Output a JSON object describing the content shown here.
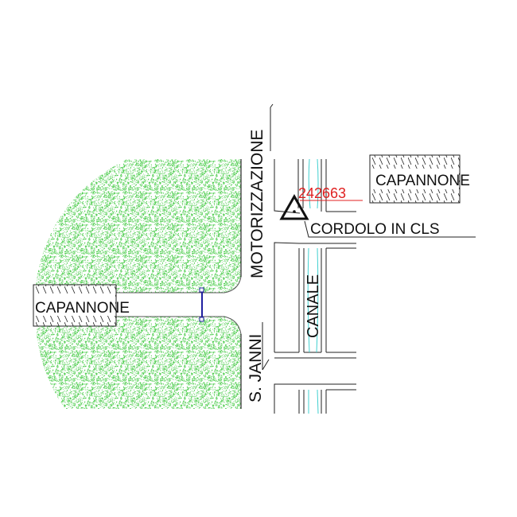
{
  "labels": {
    "capannone_left": "CAPANNONE",
    "capannone_right": "CAPANNONE",
    "street_north": "MOTORIZZAZIONE",
    "street_south": "S. JANNI",
    "canal": "CANALE",
    "curb": "CORDOLO IN CLS",
    "point_id": "242663"
  },
  "colors": {
    "vegetation": "#3cc83c",
    "line": "#222222",
    "canal_water": "#40d0d0",
    "point_label": "#e02020",
    "marker": "#2020a0"
  }
}
